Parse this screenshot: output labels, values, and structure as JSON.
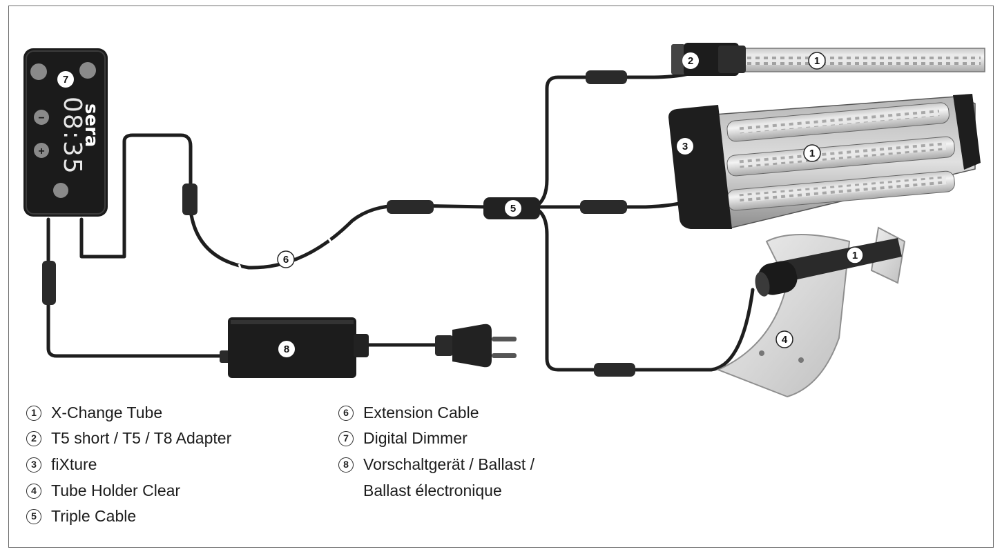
{
  "dimmer": {
    "display": "08:35",
    "logo": "sera",
    "minus_symbol": "−",
    "plus_symbol": "+"
  },
  "markers": {
    "m1": "1",
    "m2": "2",
    "m3": "3",
    "m4": "4",
    "m5": "5",
    "m6": "6",
    "m7": "7",
    "m8": "8"
  },
  "legend": [
    {
      "number": "1",
      "label": "X-Change Tube"
    },
    {
      "number": "2",
      "label": "T5 short / T5 / T8 Adapter"
    },
    {
      "number": "3",
      "label": "fiXture"
    },
    {
      "number": "4",
      "label": "Tube Holder Clear"
    },
    {
      "number": "5",
      "label": "Triple Cable"
    },
    {
      "number": "6",
      "label": "Extension Cable"
    },
    {
      "number": "7",
      "label": "Digital Dimmer"
    },
    {
      "number": "8",
      "label": "Vorschaltgerät / Ballast /",
      "continuation": "Ballast électronique"
    }
  ],
  "colors": {
    "cable": "#1e1e1e",
    "device": "#1a1a1a",
    "tube_light": "#e6e6e6",
    "holder": "#d9d9d9"
  }
}
